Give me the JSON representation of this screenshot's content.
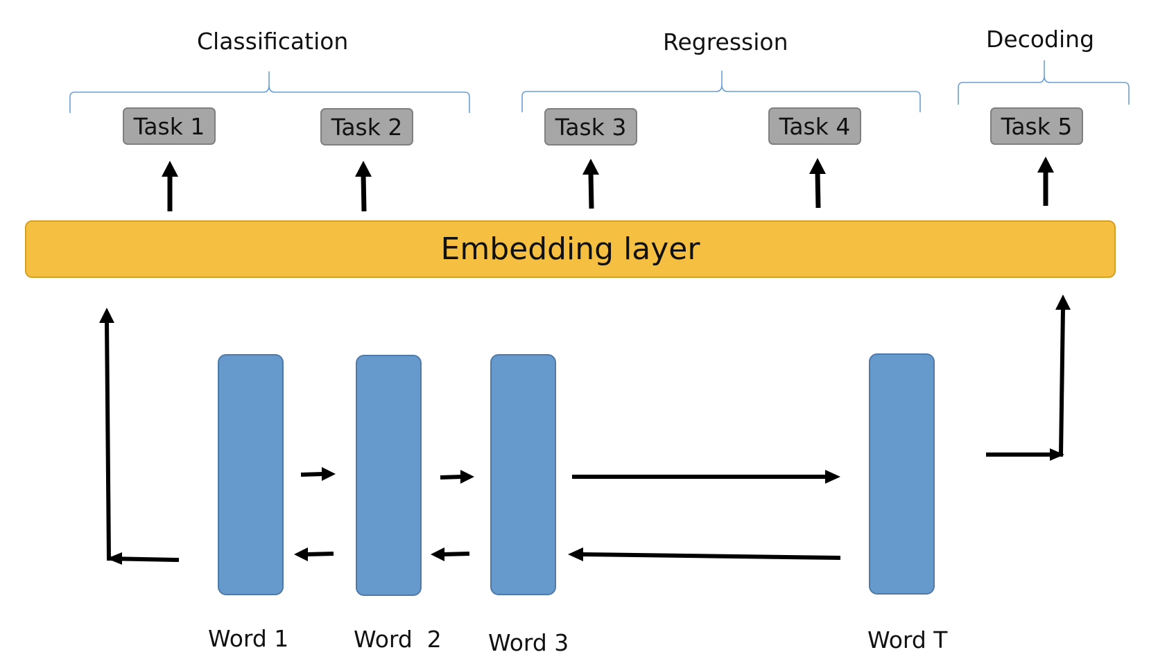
{
  "groups": {
    "classification": "Classification",
    "regression": "Regression",
    "decoding": "Decoding"
  },
  "tasks": [
    "Task 1",
    "Task 2",
    "Task 3",
    "Task 4",
    "Task 5"
  ],
  "embedding_label": "Embedding layer",
  "words": [
    "Word 1",
    "Word  2",
    "Word 3",
    "Word T"
  ],
  "colors": {
    "embedding_fill": "#f5c042",
    "task_fill": "#a6a6a6",
    "cell_fill": "#6699cc",
    "brace_stroke": "#6a9fd4",
    "arrow_stroke": "#000000"
  }
}
